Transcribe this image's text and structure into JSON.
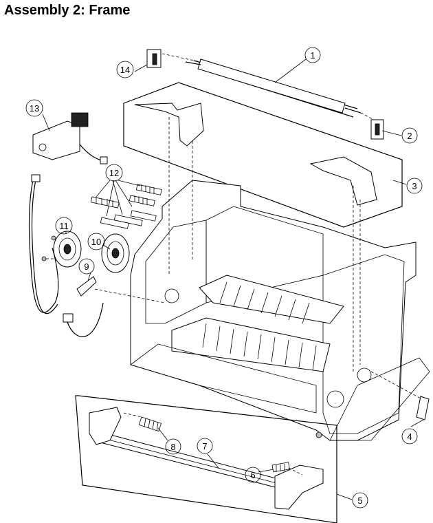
{
  "title": "Assembly 2:  Frame",
  "callouts": [
    {
      "id": "callout-1",
      "label": "1"
    },
    {
      "id": "callout-2",
      "label": "2"
    },
    {
      "id": "callout-3",
      "label": "3"
    },
    {
      "id": "callout-4",
      "label": "4"
    },
    {
      "id": "callout-5",
      "label": "5"
    },
    {
      "id": "callout-6",
      "label": "6"
    },
    {
      "id": "callout-7",
      "label": "7"
    },
    {
      "id": "callout-8",
      "label": "8"
    },
    {
      "id": "callout-9",
      "label": "9"
    },
    {
      "id": "callout-10",
      "label": "10"
    },
    {
      "id": "callout-11",
      "label": "11"
    },
    {
      "id": "callout-12",
      "label": "12"
    },
    {
      "id": "callout-13",
      "label": "13"
    },
    {
      "id": "callout-14",
      "label": "14"
    }
  ]
}
